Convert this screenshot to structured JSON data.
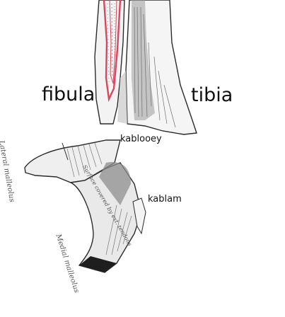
{
  "labels": {
    "fibula": "fibula",
    "tibia": "tibia",
    "kablooey": "kablooey",
    "kablam": "kablam"
  },
  "engraving": {
    "lateral": "Lateral malleolus",
    "medial": "Medial malleolus",
    "surface": "Surface covered by ext. tendons"
  },
  "colors": {
    "ink": "#2b2b2b",
    "fibula_outline": "#d9475e",
    "shading": "#8a8a8a"
  }
}
